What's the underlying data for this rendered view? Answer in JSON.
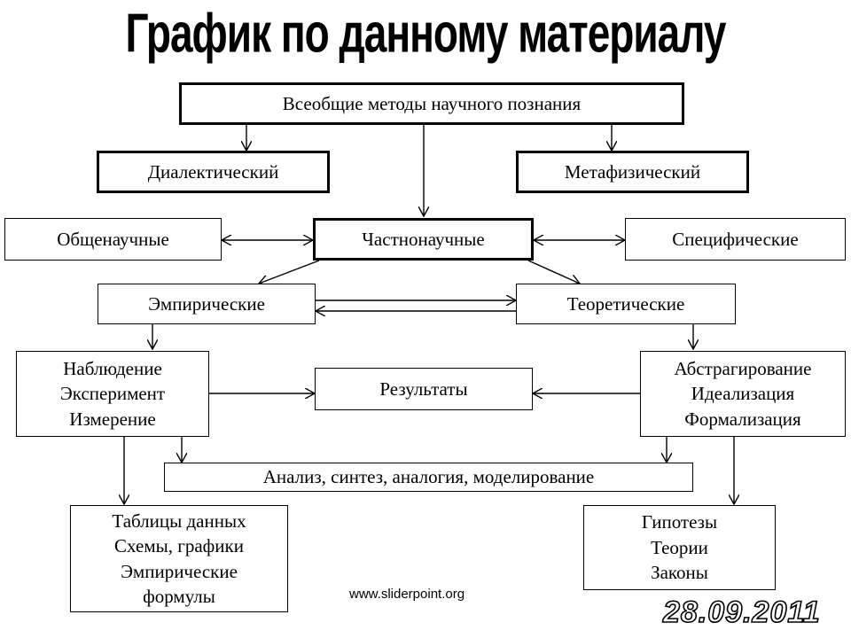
{
  "title": "График по данному материалу",
  "nodes": {
    "general_methods": "Всеобщие методы научного познания",
    "dialectical": "Диалектический",
    "metaphysical": "Метафизический",
    "general_scientific": "Общенаучные",
    "particular_scientific": "Частнонаучные",
    "specific": "Специфические",
    "empirical": "Эмпирические",
    "theoretical": "Теоретические",
    "empirical_methods": [
      "Наблюдение",
      "Эксперимент",
      "Измерение"
    ],
    "results": "Результаты",
    "theoretical_methods": [
      "Абстрагирование",
      "Идеализация",
      "Формализация"
    ],
    "analysis": "Анализ, синтез, аналогия, моделирование",
    "empirical_outputs": [
      "Таблицы данных",
      "Схемы, графики",
      "Эмпирические",
      "формулы"
    ],
    "theoretical_outputs": [
      "Гипотезы",
      "Теории",
      "Законы"
    ]
  },
  "footer": {
    "website": "www.sliderpoint.org",
    "date": "28.09.2011"
  }
}
